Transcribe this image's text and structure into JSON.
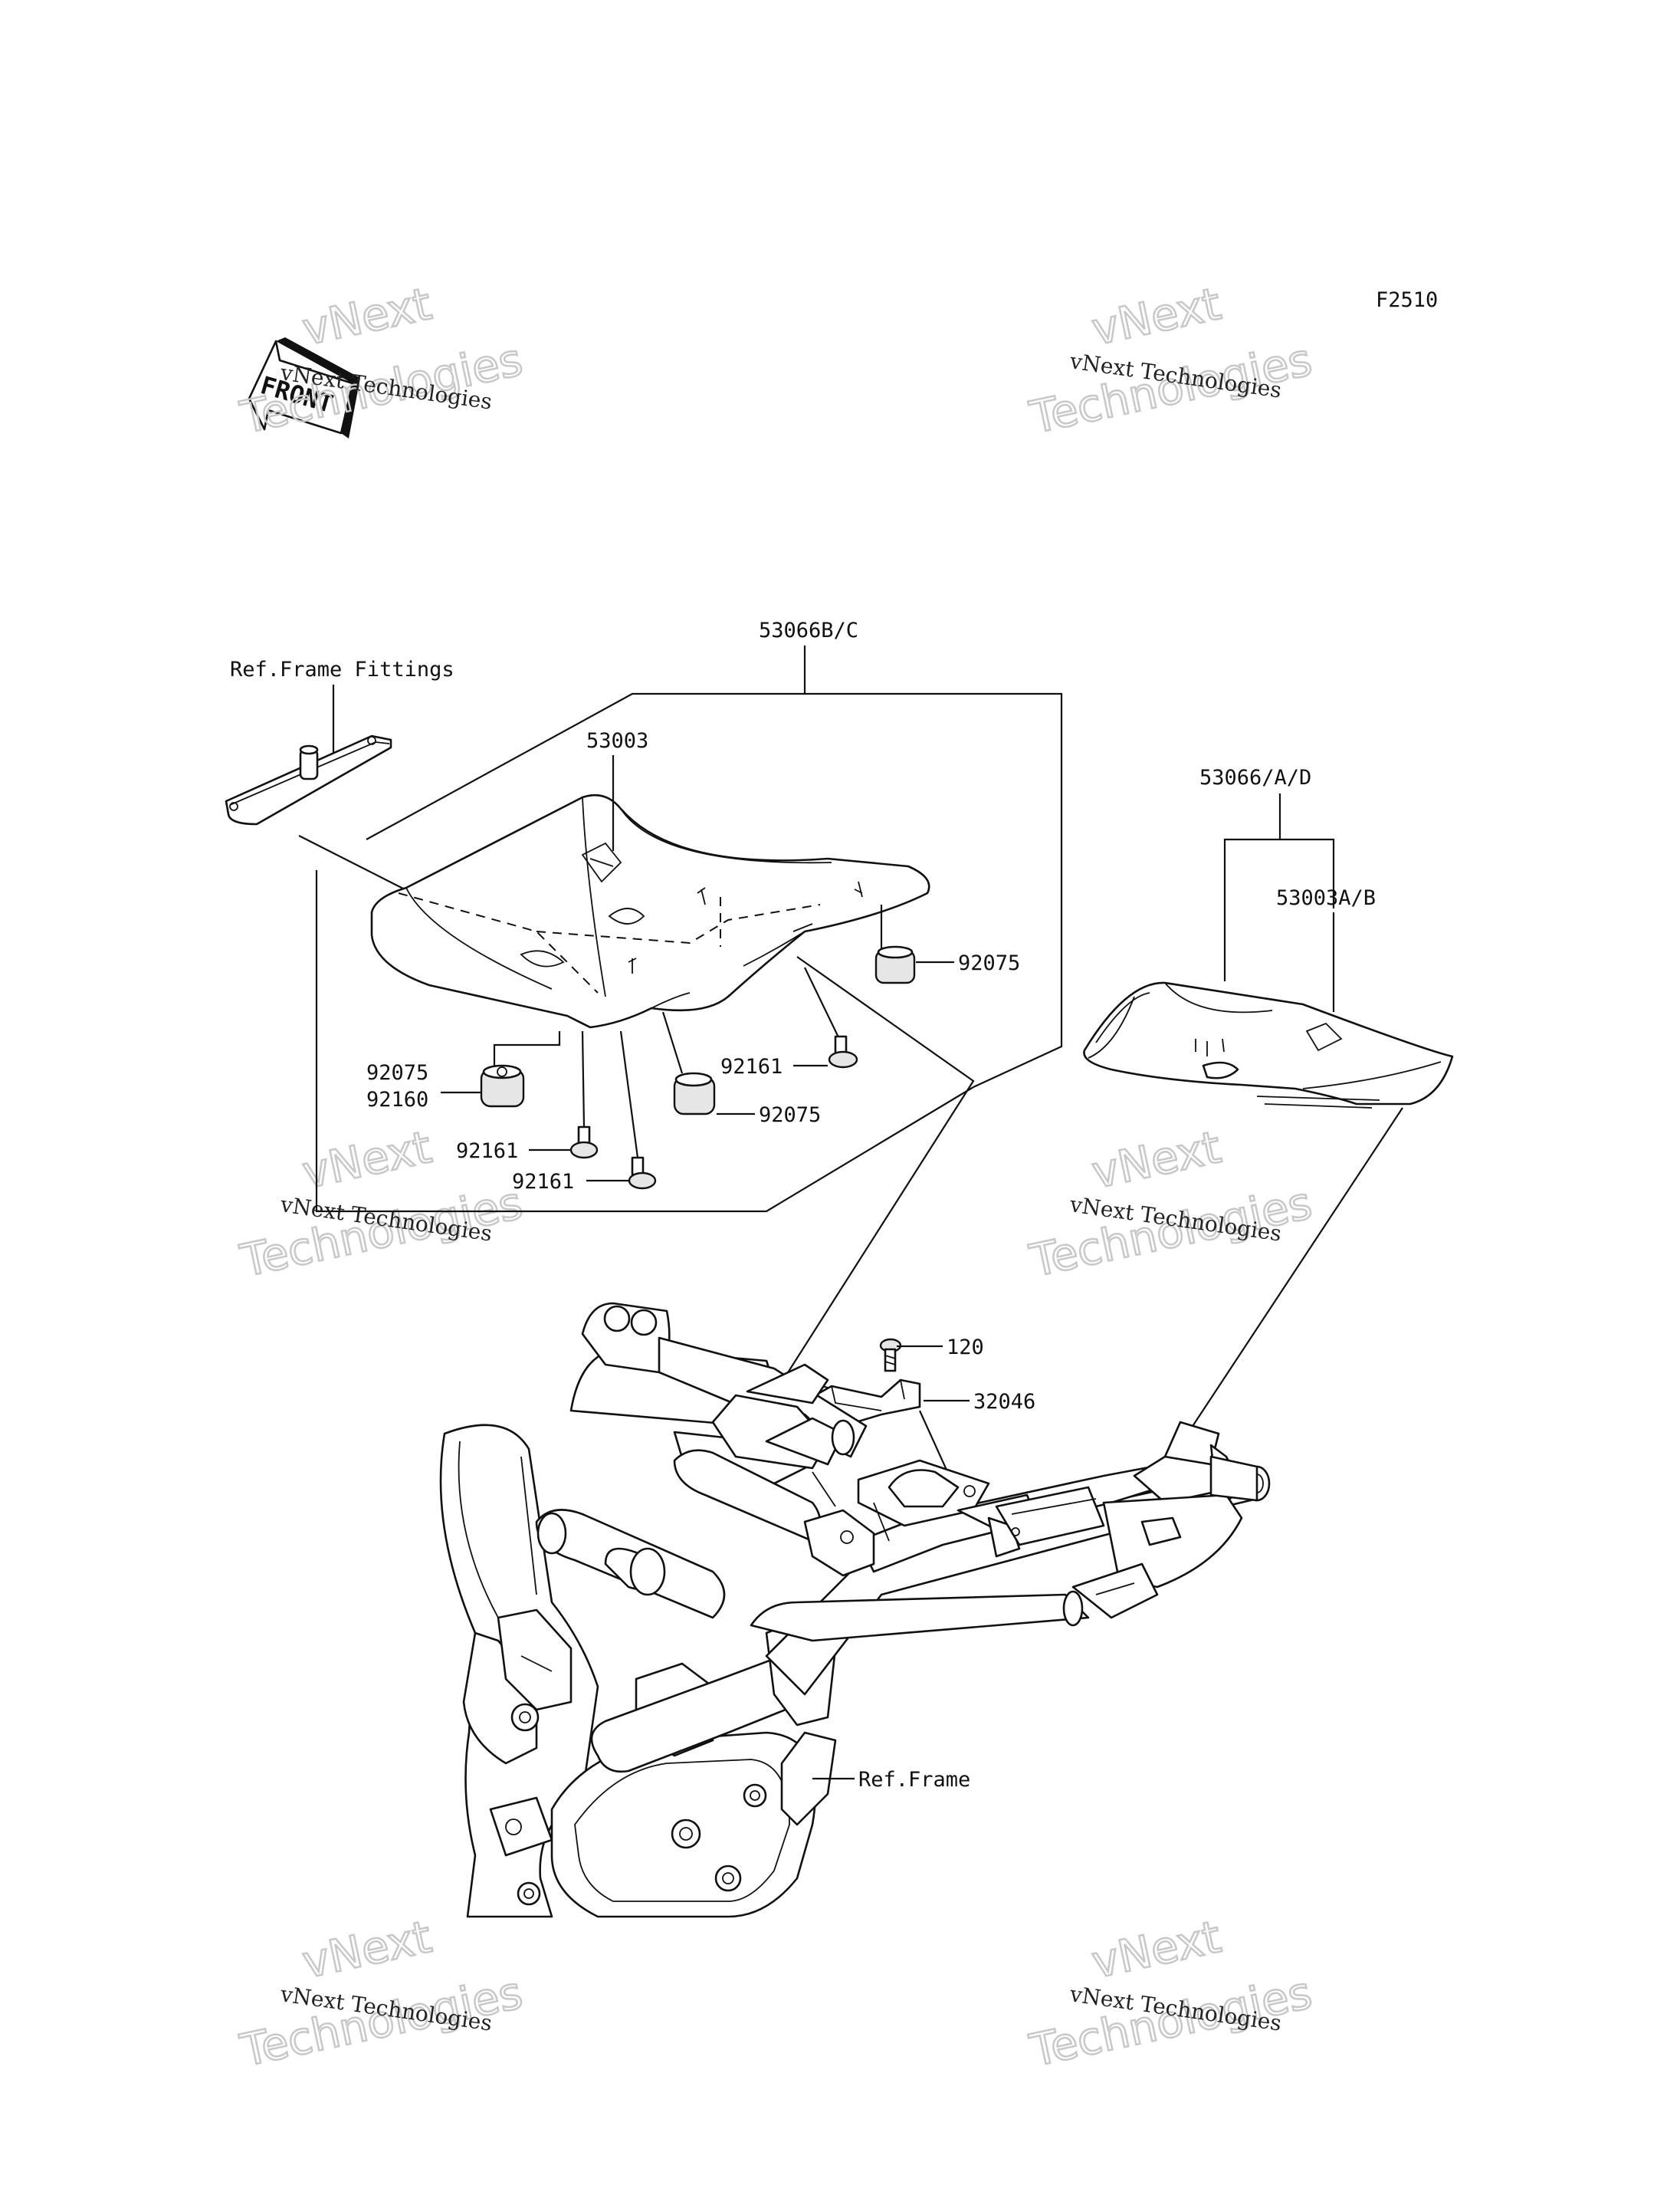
{
  "figure_code": "F2510",
  "front_arrow_text": "FRONT",
  "watermark": {
    "line1": "vNext Technologies",
    "line2_a": "vNext",
    "line2_b": "Technologies"
  },
  "callouts": {
    "seat_assy_front": "53066B/C",
    "ref_frame_fittings": "Ref.Frame Fittings",
    "seat_front_cover": "53003",
    "seat_assy_rear": "53066/A/D",
    "seat_rear_cover": "53003A/B",
    "damper_right": "92075",
    "damper_mid": "92075",
    "damper_left": "92075",
    "damper_left_b": "92160",
    "bolt_right": "92161",
    "bolt_mid": "92161",
    "bolt_left": "92161",
    "bolt_120": "120",
    "bracket_32046": "32046",
    "ref_frame": "Ref.Frame"
  }
}
